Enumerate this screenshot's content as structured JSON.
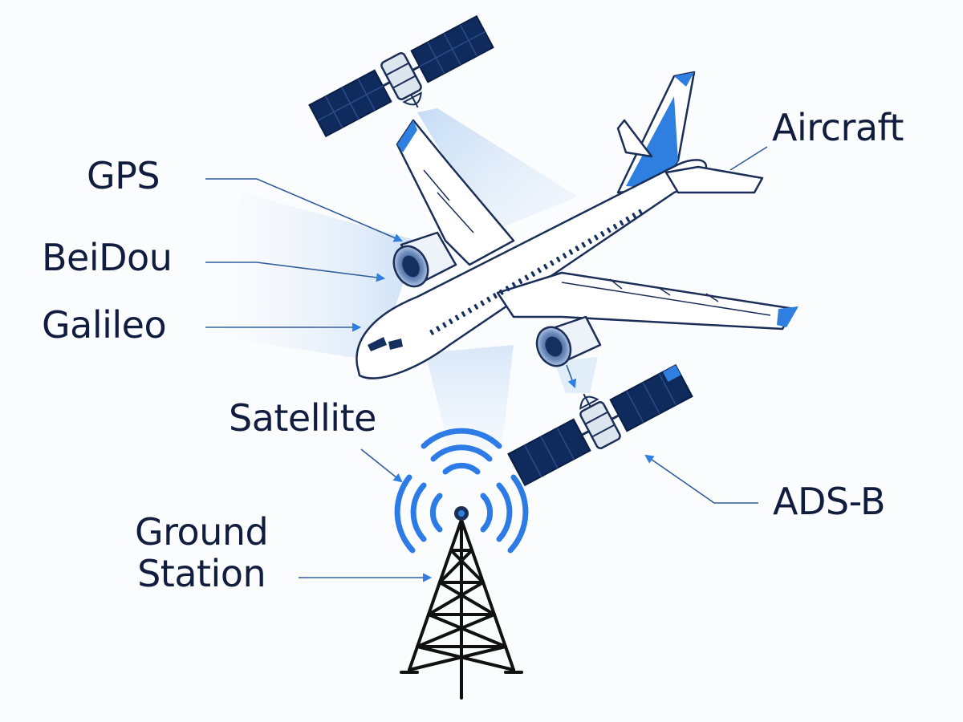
{
  "labels": {
    "gps": "GPS",
    "beidou": "BeiDou",
    "galileo": "Galileo",
    "aircraft": "Aircraft",
    "satellite": "Satellite",
    "adsb": "ADS-B",
    "ground_station_line1": "Ground",
    "ground_station_line2": "Station"
  },
  "colors": {
    "text": "#101d3f",
    "navy": "#0f2a5c",
    "accent_blue": "#2f7fe0",
    "signal_blue": "#2d7be6",
    "beam": "#cfe2f8",
    "outline": "#1a2e57"
  },
  "icons": {
    "aircraft": "airplane-icon",
    "satellite": "satellite-icon",
    "tower": "radio-tower-icon",
    "signal": "wifi-signal-icon"
  }
}
